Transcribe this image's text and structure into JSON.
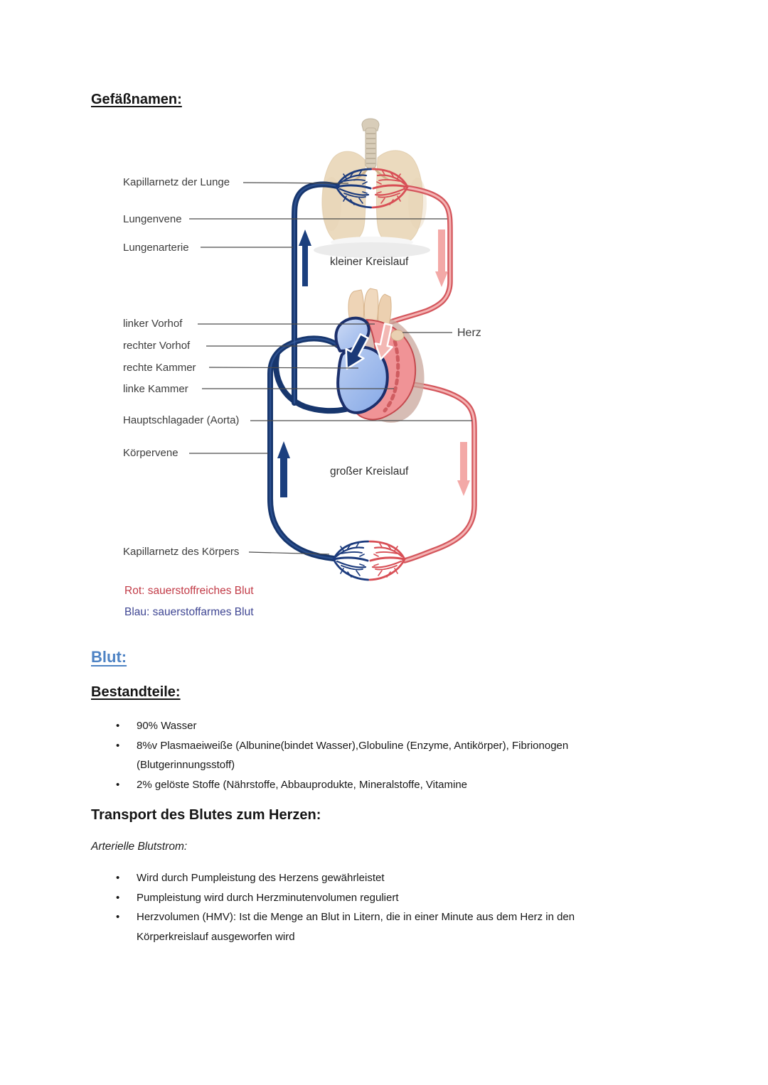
{
  "doc": {
    "title": "Gefäßnamen:",
    "blut_heading": "Blut:",
    "bestandteile_heading": "Bestandteile:",
    "bestandteile_items": [
      "90% Wasser",
      "8%v Plasmaeiweiße (Albunine(bindet Wasser),Globuline (Enzyme, Antikörper), Fibrionogen (Blutgerinnungsstoff)",
      "2% gelöste Stoffe (Nährstoffe, Abbauprodukte, Mineralstoffe, Vitamine"
    ],
    "transport_heading": "Transport des Blutes zum Herzen:",
    "transport_subheading": "Arterielle Blutstrom:",
    "transport_items": [
      "Wird durch Pumpleistung des Herzens gewährleistet",
      "Pumpleistung wird durch Herzminutenvolumen reguliert",
      "Herzvolumen (HMV): Ist die Menge an Blut in Litern, die in einer Minute aus dem Herz in den Körperkreislauf ausgeworfen wird"
    ]
  },
  "diagram": {
    "labels": {
      "kapillarnetz_lunge": "Kapillarnetz der Lunge",
      "lungenvene": "Lungenvene",
      "lungenarterie": "Lungenarterie",
      "linker_vorhof": "linker Vorhof",
      "rechter_vorhof": "rechter Vorhof",
      "rechte_kammer": "rechte Kammer",
      "linke_kammer": "linke Kammer",
      "hauptschlagader": "Hauptschlagader (Aorta)",
      "koerpervene": "Körpervene",
      "kapillarnetz_koerper": "Kapillarnetz des Körpers",
      "herz": "Herz",
      "kleiner_kreislauf": "kleiner Kreislauf",
      "grosser_kreislauf": "großer Kreislauf"
    },
    "legend": {
      "rot": "Rot: sauerstoffreiches Blut",
      "blau": "Blau: sauerstoffarmes Blut"
    },
    "colors": {
      "oxygen_poor_blue": "#17366d",
      "oxygen_rich_red": "#d4575d",
      "legend_red_text": "#c23b47",
      "legend_blue_text": "#3f4693",
      "heading_blue": "#4e83c4"
    }
  }
}
